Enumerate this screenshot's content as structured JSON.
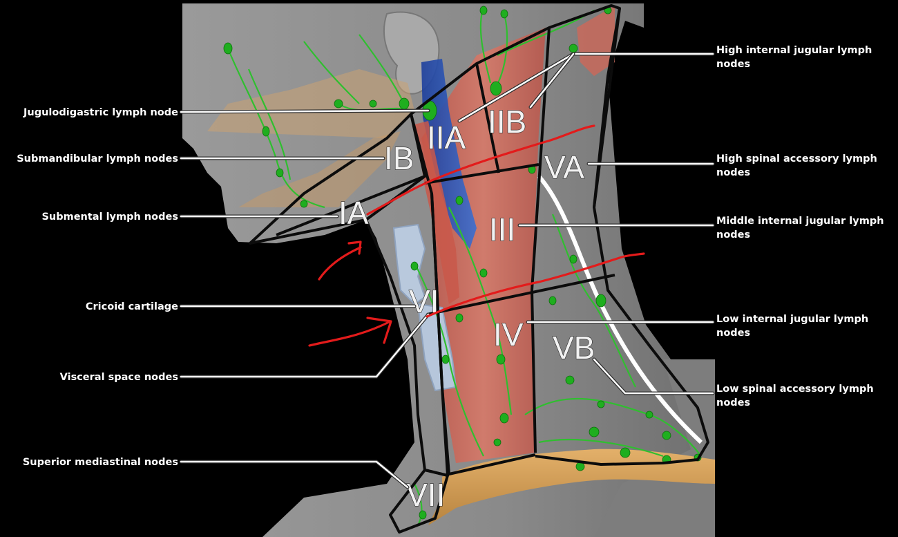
{
  "labels_left": {
    "jugulodigastric": "Jugulodigastric lymph node",
    "submandibular": "Submandibular lymph nodes",
    "submental": "Submental lymph nodes",
    "cricoid": "Cricoid cartilage",
    "visceral": "Visceral space nodes",
    "mediastinal": "Superior mediastinal nodes"
  },
  "labels_right": {
    "high_ij_1": "High internal jugular lymph",
    "high_ij_2": "nodes",
    "high_sa_1": "High spinal accessory lymph",
    "high_sa_2": "nodes",
    "mid_ij_1": "Middle internal jugular lymph",
    "mid_ij_2": "nodes",
    "low_ij_1": "Low internal jugular lymph",
    "low_ij_2": "nodes",
    "low_sa_1": "Low spinal accessory lymph",
    "low_sa_2": "nodes"
  },
  "levels": {
    "IA": "IA",
    "IB": "IB",
    "IIA": "IIA",
    "IIB": "IIB",
    "III": "III",
    "IV": "IV",
    "VA": "VA",
    "VB": "VB",
    "VI": "VI",
    "VII": "VII"
  },
  "colors": {
    "background": "#000000",
    "skin": "#8c8c8c",
    "muscle": "#c56a5e",
    "lymph": "#2fbf2f",
    "vein": "#2a4fa8",
    "annotation": "#e31b1b",
    "bone": "#d9a25a"
  }
}
